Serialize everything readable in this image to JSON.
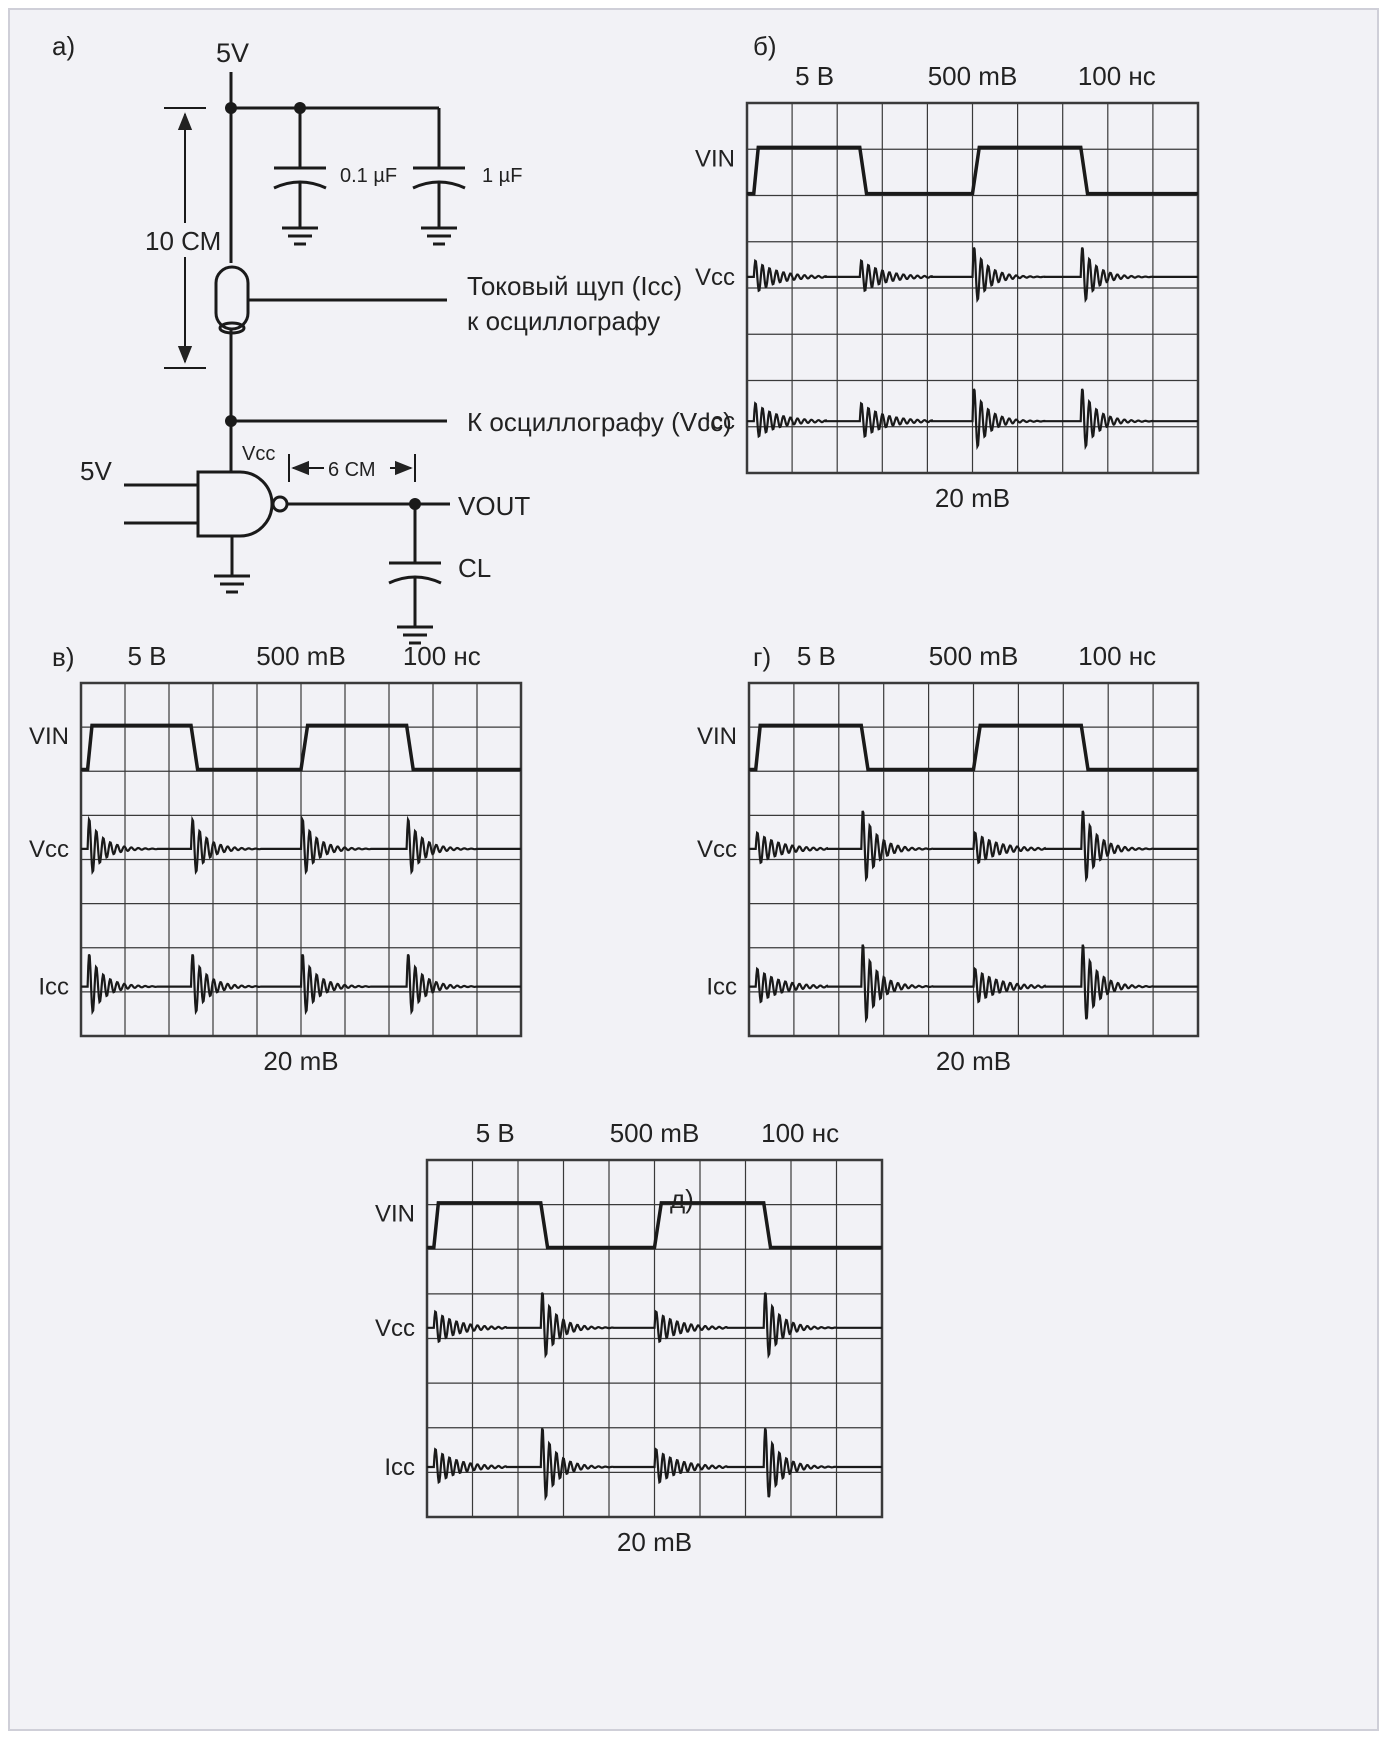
{
  "panels": {
    "a": {
      "letter": "а)"
    },
    "b": {
      "letter": "б)"
    },
    "v": {
      "letter": "в)"
    },
    "g": {
      "letter": "г)"
    },
    "d": {
      "letter": "д)"
    }
  },
  "schematic": {
    "supply": "5V",
    "cap1": "0.1 µF",
    "cap2": "1 µF",
    "distance": "10 СМ",
    "probe_line1": "Токовый щуп (Icc)",
    "probe_line2": "к осциллографу",
    "vcc_probe": "К осциллографу (Vcc)",
    "gate_vcc": "Vcc",
    "input_supply": "5V",
    "spacing": "6 СМ",
    "output": "VOUT",
    "load": "CL"
  },
  "scope": {
    "scale_volts": "5 В",
    "scale_mv": "500 mВ",
    "scale_time": "100 нс",
    "scale_bottom": "20 mВ",
    "trace_vin": "VIN",
    "trace_vcc": "Vcc",
    "trace_icc": "Icc"
  },
  "colors": {
    "trace": "#1a1a1a",
    "grid": "#3a3a3a",
    "background": "#f2f2f6",
    "frame": "#cfcfd8"
  }
}
